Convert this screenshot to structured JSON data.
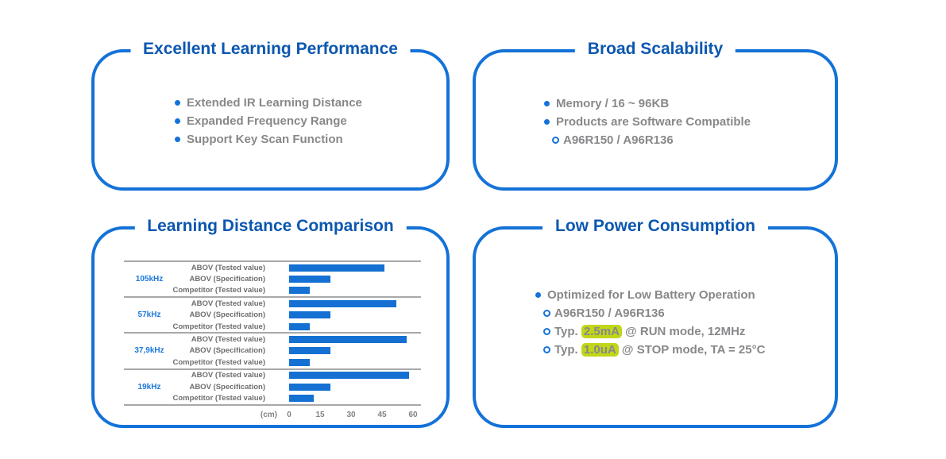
{
  "colors": {
    "panel_border": "#1472d8",
    "title_blue": "#0b57b0",
    "body_gray": "#87888a",
    "bullet_blue": "#1472d8",
    "bar_blue": "#1470d2",
    "freq_blue": "#1b78dc",
    "row_label_gray": "#6d6e70",
    "axis_gray": "#7f8184",
    "separator_gray": "#a7a8aa",
    "highlight_green": "#c1d618"
  },
  "panels": [
    {
      "id": "excellent-learning-performance",
      "title": "Excellent Learning Performance",
      "bullets": [
        {
          "style": "filled",
          "text": "Extended IR Learning Distance"
        },
        {
          "style": "filled",
          "text": "Expanded Frequency Range"
        },
        {
          "style": "filled",
          "text": "Support Key Scan Function"
        }
      ]
    },
    {
      "id": "broad-scalability",
      "title": "Broad Scalability",
      "bullets": [
        {
          "style": "filled",
          "text": "Memory / 16 ~ 96KB"
        },
        {
          "style": "filled",
          "text": "Products are Software Compatible"
        },
        {
          "style": "open",
          "text": "A96R150 / A96R136"
        }
      ]
    },
    {
      "id": "learning-distance-comparison",
      "title": "Learning Distance Comparison"
    },
    {
      "id": "low-power-consumption",
      "title": "Low Power Consumption",
      "bullets": [
        {
          "style": "filled",
          "text": "Optimized for Low Battery Operation"
        },
        {
          "style": "open",
          "text": "A96R150 / A96R136"
        },
        {
          "style": "open",
          "segments": [
            {
              "text": "Typ. "
            },
            {
              "text": "2.5mA",
              "highlight": true
            },
            {
              "text": " @ RUN mode, 12MHz"
            }
          ]
        },
        {
          "style": "open",
          "segments": [
            {
              "text": "Typ. "
            },
            {
              "text": "1.0uA",
              "highlight": true
            },
            {
              "text": " @ STOP mode, TA = 25°C"
            }
          ]
        }
      ]
    }
  ],
  "chart_data": {
    "type": "bar",
    "orientation": "horizontal",
    "title": "Learning Distance Comparison",
    "xlabel": "(cm)",
    "xlim": [
      0,
      60
    ],
    "xticks": [
      0,
      15,
      30,
      45,
      60
    ],
    "grid": false,
    "series_labels": [
      "ABOV (Tested value)",
      "ABOV (Specification)",
      "Competitor (Tested value)"
    ],
    "groups": [
      {
        "category": "105kHz",
        "values": [
          46,
          20,
          10
        ]
      },
      {
        "category": "57kHz",
        "values": [
          52,
          20,
          10
        ]
      },
      {
        "category": "37,9kHz",
        "values": [
          57,
          20,
          10
        ]
      },
      {
        "category": "19kHz",
        "values": [
          58,
          20,
          12
        ]
      }
    ]
  }
}
